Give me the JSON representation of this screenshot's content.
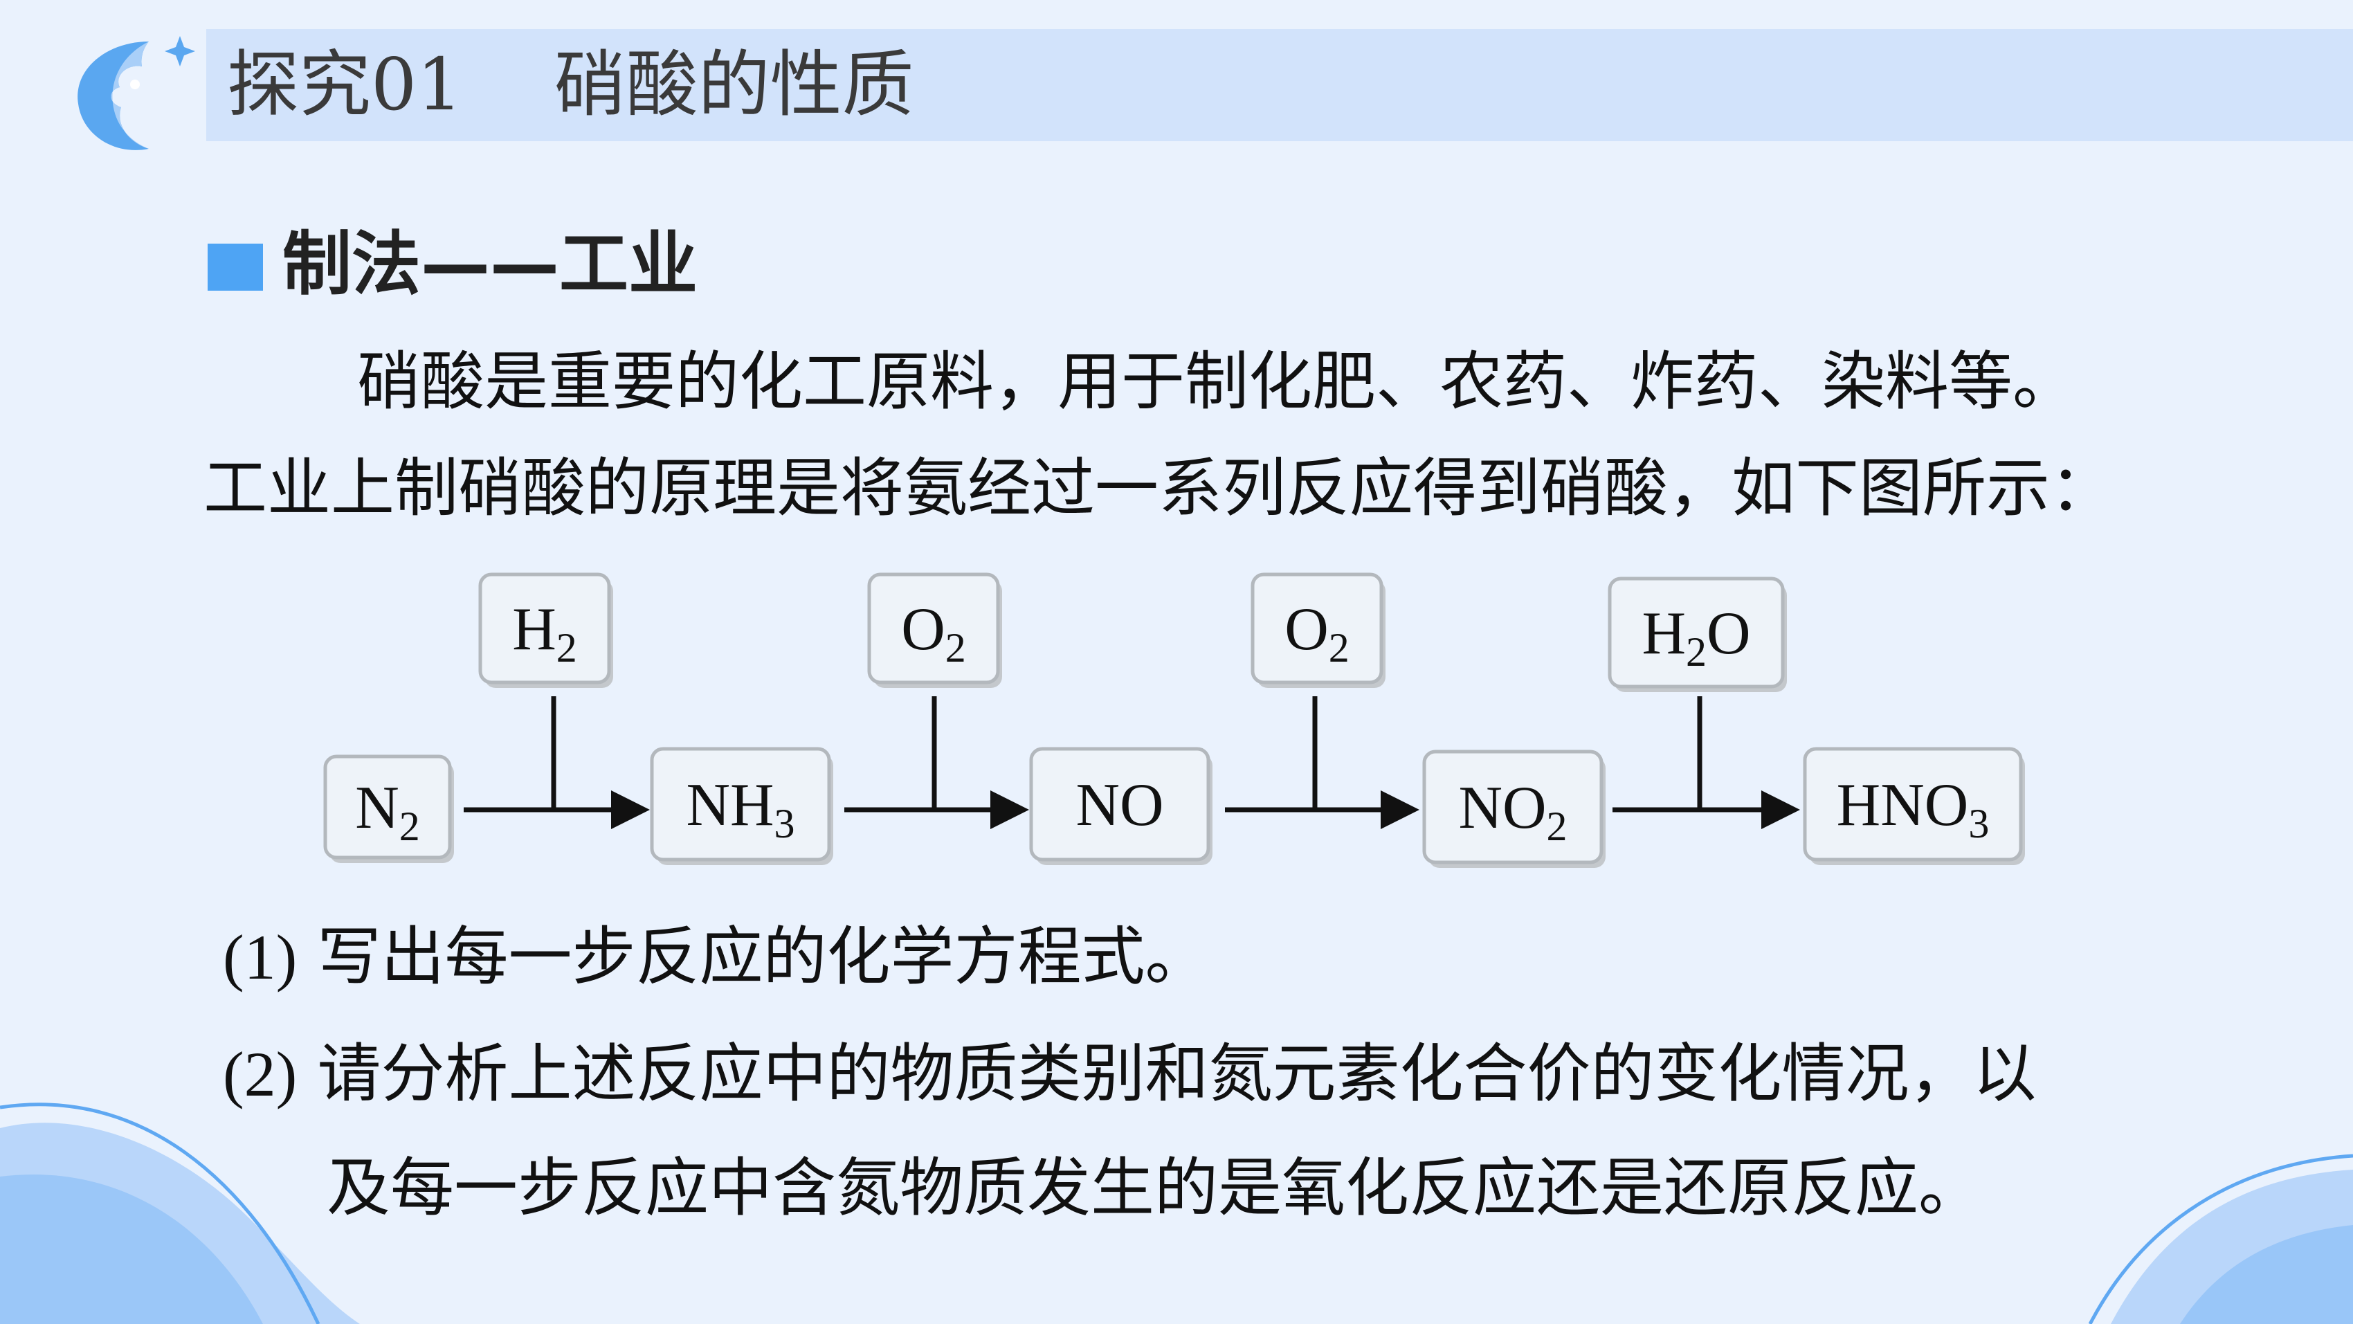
{
  "header": {
    "title": "探究01    硝酸的性质"
  },
  "section": {
    "title": "制法——工业"
  },
  "intro": {
    "line1": "硝酸是重要的化工原料，用于制化肥、农药、炸药、染料等。",
    "line2": "工业上制硝酸的原理是将氨经过一系列反应得到硝酸，如下图所示："
  },
  "flow": {
    "main": [
      {
        "base": "N",
        "sub": "2",
        "after": ""
      },
      {
        "base": "NH",
        "sub": "3",
        "after": ""
      },
      {
        "base": "NO",
        "sub": "",
        "after": ""
      },
      {
        "base": "NO",
        "sub": "2",
        "after": ""
      },
      {
        "base": "HNO",
        "sub": "3",
        "after": ""
      }
    ],
    "reagents": [
      {
        "base": "H",
        "sub": "2",
        "after": ""
      },
      {
        "base": "O",
        "sub": "2",
        "after": ""
      },
      {
        "base": "O",
        "sub": "2",
        "after": ""
      },
      {
        "base": "H",
        "sub": "2",
        "after": "O"
      }
    ]
  },
  "questions": {
    "q1_num": "(1)",
    "q1_text": "写出每一步反应的化学方程式。",
    "q2_num": "(2)",
    "q2_text_line1": "请分析上述反应中的物质类别和氮元素化合价的变化情况，以",
    "q2_text_line2": "及每一步反应中含氮物质发生的是氧化反应还是还原反应。"
  },
  "colors": {
    "accent": "#4ea4f4",
    "header_bar": "#d2e3fb",
    "background": "#eaf2fd"
  }
}
